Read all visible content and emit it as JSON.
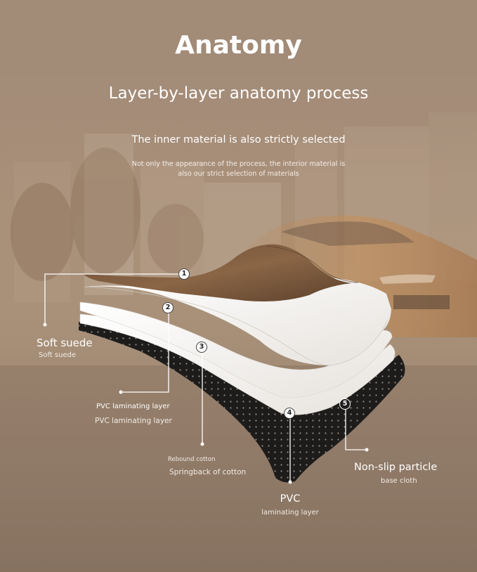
{
  "header": {
    "title": "Anatomy",
    "subtitle": "Layer-by-layer anatomy process",
    "heading": "The inner material is also strictly selected",
    "description_line1": "Not only the appearance of the process, the interior material is",
    "description_line2": "also our strict selection of materials"
  },
  "layers": [
    {
      "number": "1",
      "label": "Soft suede",
      "sublabel": "Soft suede"
    },
    {
      "number": "2",
      "label": "PVC laminating layer",
      "sublabel": "PVC laminating layer"
    },
    {
      "number": "3",
      "label": "Rebound cotton",
      "sublabel": "Springback of cotton"
    },
    {
      "number": "4",
      "label": "PVC",
      "sublabel": "laminating layer"
    },
    {
      "number": "5",
      "label": "Non-slip particle",
      "sublabel": "base cloth"
    }
  ],
  "colors": {
    "background": "#a08a77",
    "suede": "#7d5c3f",
    "white_layer": "#f4f2ef",
    "rubber_base": "#1e1d1c",
    "text": "#ffffff"
  }
}
